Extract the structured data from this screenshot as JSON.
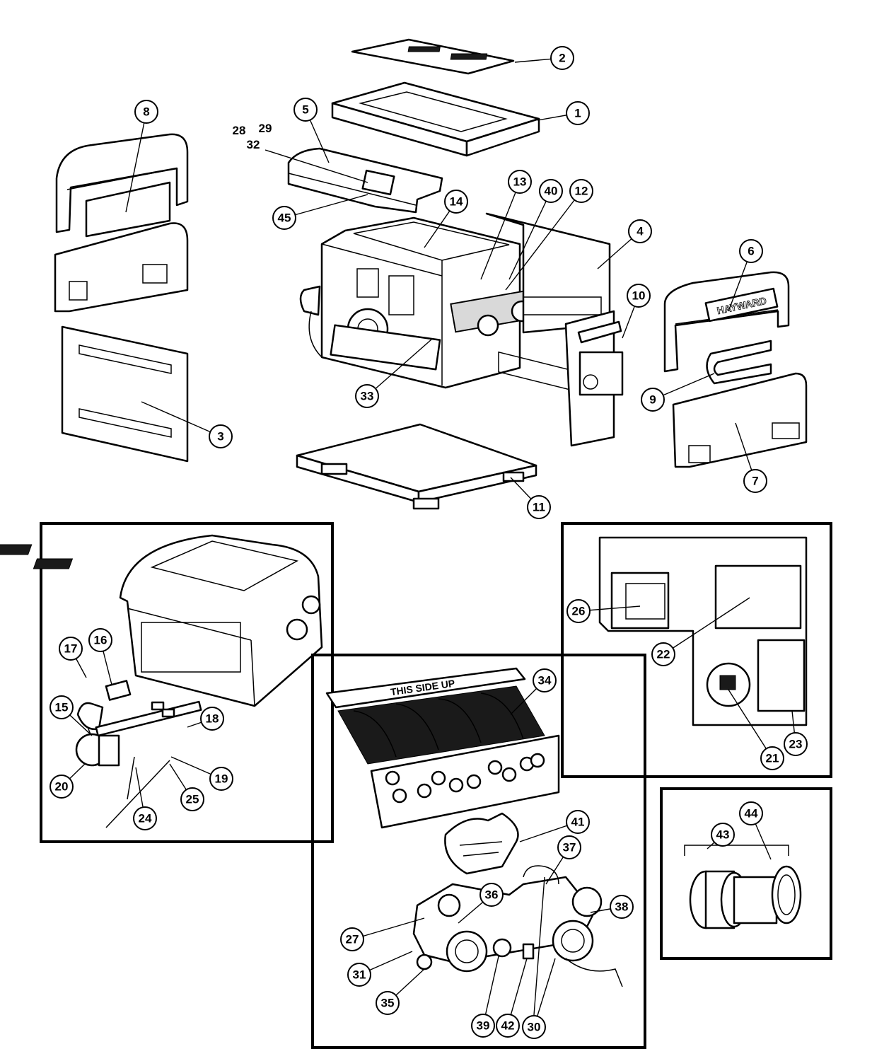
{
  "brand_text": "HAYWARD",
  "exchanger_text": "THIS SIDE UP",
  "callouts": [
    {
      "id": "c1",
      "label": "1"
    },
    {
      "id": "c2",
      "label": "2"
    },
    {
      "id": "c3",
      "label": "3"
    },
    {
      "id": "c4",
      "label": "4"
    },
    {
      "id": "c5",
      "label": "5"
    },
    {
      "id": "c6",
      "label": "6"
    },
    {
      "id": "c7",
      "label": "7"
    },
    {
      "id": "c8",
      "label": "8"
    },
    {
      "id": "c9",
      "label": "9"
    },
    {
      "id": "c10",
      "label": "10"
    },
    {
      "id": "c11",
      "label": "11"
    },
    {
      "id": "c12",
      "label": "12"
    },
    {
      "id": "c13",
      "label": "13"
    },
    {
      "id": "c14",
      "label": "14"
    },
    {
      "id": "c15",
      "label": "15"
    },
    {
      "id": "c16",
      "label": "16"
    },
    {
      "id": "c17",
      "label": "17"
    },
    {
      "id": "c18",
      "label": "18"
    },
    {
      "id": "c19",
      "label": "19"
    },
    {
      "id": "c20",
      "label": "20"
    },
    {
      "id": "c21",
      "label": "21"
    },
    {
      "id": "c22",
      "label": "22"
    },
    {
      "id": "c23",
      "label": "23"
    },
    {
      "id": "c24",
      "label": "24"
    },
    {
      "id": "c25",
      "label": "25"
    },
    {
      "id": "c26",
      "label": "26"
    },
    {
      "id": "c27",
      "label": "27"
    },
    {
      "id": "c28",
      "label": "28"
    },
    {
      "id": "c29",
      "label": "29"
    },
    {
      "id": "c30",
      "label": "30"
    },
    {
      "id": "c31",
      "label": "31"
    },
    {
      "id": "c32",
      "label": "32"
    },
    {
      "id": "c33",
      "label": "33"
    },
    {
      "id": "c34",
      "label": "34"
    },
    {
      "id": "c35",
      "label": "35"
    },
    {
      "id": "c36",
      "label": "36"
    },
    {
      "id": "c37",
      "label": "37"
    },
    {
      "id": "c38",
      "label": "38"
    },
    {
      "id": "c39",
      "label": "39"
    },
    {
      "id": "c40",
      "label": "40"
    },
    {
      "id": "c41",
      "label": "41"
    },
    {
      "id": "c42",
      "label": "42"
    },
    {
      "id": "c43",
      "label": "43"
    },
    {
      "id": "c44",
      "label": "44"
    },
    {
      "id": "c45",
      "label": "45"
    }
  ]
}
